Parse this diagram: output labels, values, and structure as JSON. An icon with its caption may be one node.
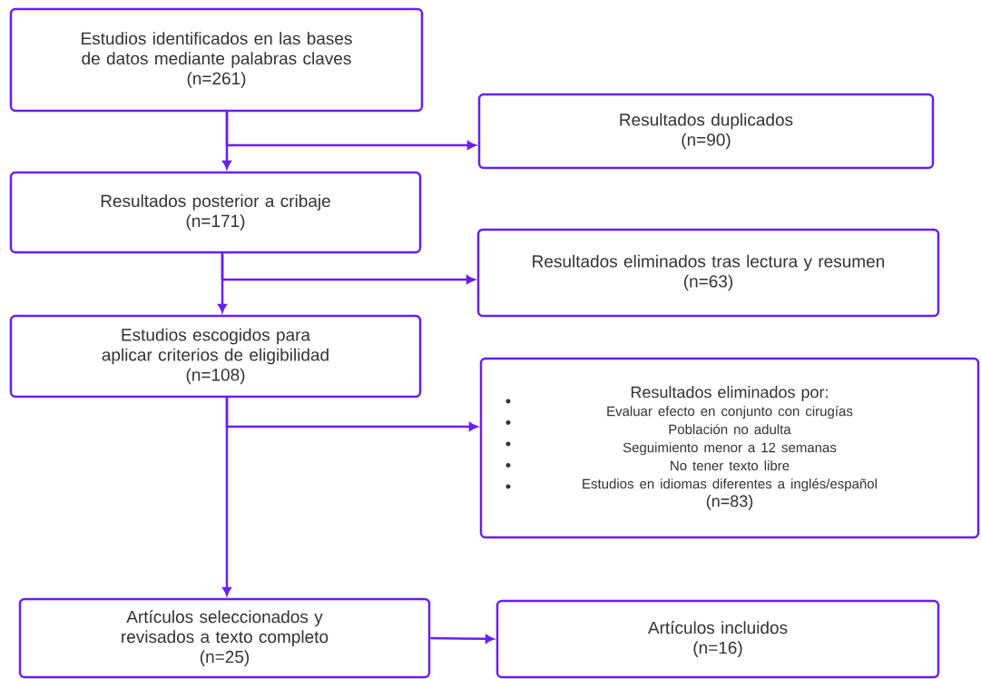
{
  "diagram": {
    "nodes": [
      {
        "text": [
          "Estudios identificados en las bases de datos mediante palabras claves",
          "(n=261)"
        ]
      },
      {
        "text": [
          "Resultados duplicados",
          "(n=90)"
        ]
      },
      {
        "text": [
          "Resultados posterior a cribaje",
          "(n=171)"
        ]
      },
      {
        "text": [
          "Resultados eliminados tras lectura y resumen",
          "(n=63)"
        ]
      },
      {
        "text": [
          "Estudios escogidos para aplicar criterios de eligibilidad",
          "(n=108)"
        ]
      },
      {
        "text": [
          "Resultados eliminados por:",
          "Evaluar efecto en conjunto con cirugías",
          "Población no adulta",
          "Seguimiento menor a 12 semanas",
          "No tener texto libre",
          "Estudios en idiomas diferentes a inglés/español",
          "(n=83)"
        ]
      },
      {
        "text": [
          "Artículos seleccionados y revisados a texto completo",
          "(n=25)"
        ]
      },
      {
        "text": [
          "Artículos incluidos",
          "(n=16)"
        ]
      }
    ],
    "edges": [
      {
        "from": 0,
        "to": 2,
        "arrow": "to"
      },
      {
        "from": 0,
        "to": 1,
        "arrow": "to"
      },
      {
        "from": 2,
        "to": 4,
        "arrow": "to"
      },
      {
        "from": 2,
        "to": 3,
        "arrow": "to"
      },
      {
        "from": 4,
        "to": 6,
        "arrow": "to"
      },
      {
        "from": 4,
        "to": 5,
        "arrow": "to"
      },
      {
        "from": 6,
        "to": 7,
        "arrow": "to"
      }
    ]
  }
}
